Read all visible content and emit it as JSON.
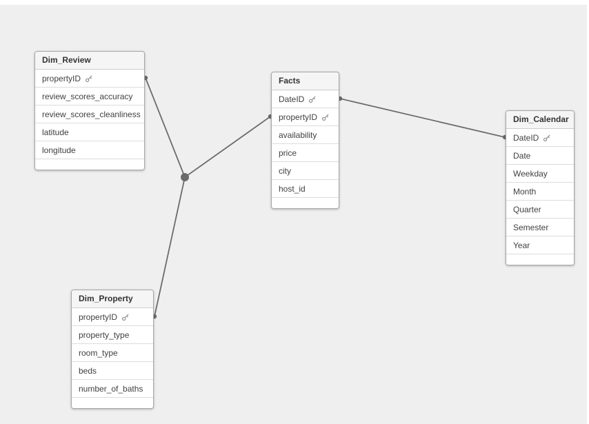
{
  "app": {
    "view_name": "data-model-viewer"
  },
  "colors": {
    "canvas_background": "#efefef",
    "edge_strip": "#ffffff",
    "connector": "#6b6b6b",
    "table_border": "#a6a6a6",
    "header_background": "#f5f5f5",
    "row_divider": "#dcdcdc",
    "field_text": "#404040",
    "header_text": "#333333",
    "key_icon": "#8f8f8f"
  },
  "tables": [
    {
      "id": "dim_review",
      "title": "Dim_Review",
      "fields": [
        {
          "label": "propertyID",
          "key": true
        },
        {
          "label": "review_scores_accuracy",
          "key": false
        },
        {
          "label": "review_scores_cleanliness",
          "key": false
        },
        {
          "label": "latitude",
          "key": false
        },
        {
          "label": "longitude",
          "key": false
        }
      ]
    },
    {
      "id": "facts",
      "title": "Facts",
      "fields": [
        {
          "label": "DateID",
          "key": true
        },
        {
          "label": "propertyID",
          "key": true
        },
        {
          "label": "availability",
          "key": false
        },
        {
          "label": "price",
          "key": false
        },
        {
          "label": "city",
          "key": false
        },
        {
          "label": "host_id",
          "key": false
        }
      ]
    },
    {
      "id": "dim_calendar",
      "title": "Dim_Calendar",
      "fields": [
        {
          "label": "DateID",
          "key": true
        },
        {
          "label": "Date",
          "key": false
        },
        {
          "label": "Weekday",
          "key": false
        },
        {
          "label": "Month",
          "key": false
        },
        {
          "label": "Quarter",
          "key": false
        },
        {
          "label": "Semester",
          "key": false
        },
        {
          "label": "Year",
          "key": false
        }
      ]
    },
    {
      "id": "dim_property",
      "title": "Dim_Property",
      "fields": [
        {
          "label": "propertyID",
          "key": true
        },
        {
          "label": "property_type",
          "key": false
        },
        {
          "label": "room_type",
          "key": false
        },
        {
          "label": "beds",
          "key": false
        },
        {
          "label": "number_of_baths",
          "key": false
        }
      ]
    }
  ],
  "relationships": [
    {
      "from_table": "dim_review",
      "from_field": "propertyID",
      "to": "junction"
    },
    {
      "from_table": "facts",
      "from_field": "propertyID",
      "to": "junction"
    },
    {
      "from_table": "dim_property",
      "from_field": "propertyID",
      "to": "junction"
    },
    {
      "from_table": "facts",
      "from_field": "DateID",
      "to_table": "dim_calendar",
      "to_field": "DateID"
    }
  ]
}
